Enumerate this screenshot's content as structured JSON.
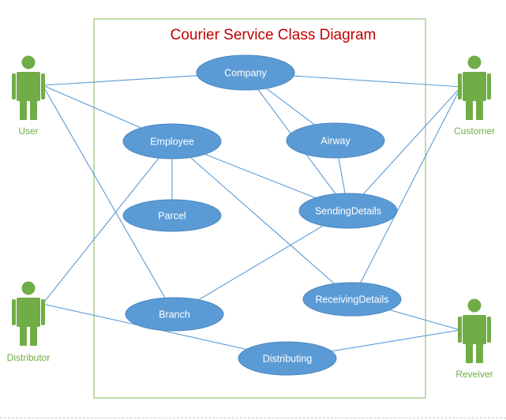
{
  "diagram": {
    "title": "Courier Service Class Diagram",
    "colors": {
      "title": "#c00000",
      "actor": "#70ad47",
      "actor_label": "#70ad47",
      "usecase_fill": "#5b9bd5",
      "usecase_text": "#ffffff",
      "line": "#5b9bd5",
      "boundary": "#a9d08e"
    },
    "actors": [
      {
        "id": "user",
        "label": "User"
      },
      {
        "id": "customer",
        "label": "Customer"
      },
      {
        "id": "distributor",
        "label": "Distributor"
      },
      {
        "id": "receiver",
        "label": "Reveiver"
      }
    ],
    "usecases": [
      {
        "id": "company",
        "label": "Company"
      },
      {
        "id": "employee",
        "label": "Employee"
      },
      {
        "id": "airway",
        "label": "Airway"
      },
      {
        "id": "parcel",
        "label": "Parcel"
      },
      {
        "id": "sending",
        "label": "SendingDetails"
      },
      {
        "id": "receiving",
        "label": "ReceivingDetails"
      },
      {
        "id": "branch",
        "label": "Branch"
      },
      {
        "id": "distributing",
        "label": "Distributing"
      }
    ],
    "connections": [
      {
        "from": "user",
        "to": "company"
      },
      {
        "from": "user",
        "to": "employee"
      },
      {
        "from": "user",
        "to": "branch"
      },
      {
        "from": "company",
        "to": "customer"
      },
      {
        "from": "company",
        "to": "airway"
      },
      {
        "from": "company",
        "to": "sending"
      },
      {
        "from": "employee",
        "to": "parcel"
      },
      {
        "from": "employee",
        "to": "sending"
      },
      {
        "from": "employee",
        "to": "receiving"
      },
      {
        "from": "employee",
        "to": "distributor"
      },
      {
        "from": "airway",
        "to": "sending"
      },
      {
        "from": "sending",
        "to": "branch"
      },
      {
        "from": "sending",
        "to": "customer"
      },
      {
        "from": "receiving",
        "to": "customer"
      },
      {
        "from": "receiving",
        "to": "receiver"
      },
      {
        "from": "distributor",
        "to": "distributing"
      },
      {
        "from": "distributing",
        "to": "receiver"
      }
    ]
  }
}
